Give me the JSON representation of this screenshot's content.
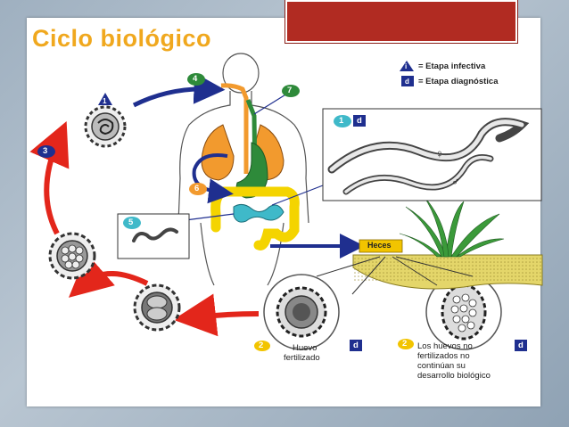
{
  "title": "Ciclo biológico",
  "legend": {
    "infective_marker": "i",
    "infective_label": "= Etapa infectiva",
    "diagnostic_marker": "d",
    "diagnostic_label": "= Etapa diagnóstica"
  },
  "steps": {
    "s1": "1",
    "s2": "2",
    "s3": "3",
    "s4": "4",
    "s5": "5",
    "s6": "6",
    "s7": "7"
  },
  "feces_label": "Heces",
  "female_symbol": "♀",
  "male_symbol": "♂",
  "fertilized_label_line1": "Huevo",
  "fertilized_label_line2": "fertilizado",
  "unfertilized_line1": "Los huevos no",
  "unfertilized_line2": "fertilizados no",
  "unfertilized_line3": "continúan su",
  "unfertilized_line4": "desarrollo biológico",
  "colors": {
    "title": "#f0a81e",
    "red_arrow": "#e3261b",
    "blue_arrow": "#1f2f8f",
    "infective_badge": "#1f2f8f",
    "diagnostic_badge": "#1f2f8f",
    "step_badge": "#f2c400",
    "lungs": "#f29a2e",
    "intestine": "#f4d400",
    "stomach": "#2e8a3a",
    "small_intestine": "#3fb9c9"
  }
}
